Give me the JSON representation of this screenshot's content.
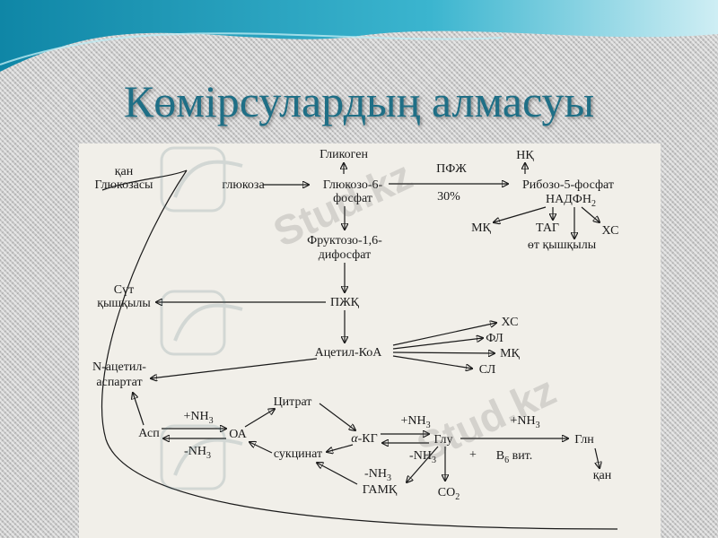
{
  "slide": {
    "title": "Көмірсулардың алмасуы",
    "watermark": "Stud.kz"
  },
  "diagram": {
    "qan_top": "қан",
    "glyukozasy": "Глюкозасы",
    "glyukoza": "глюкоза",
    "glikogen": "Гликоген",
    "g6f_1": "Глюкозо-6-",
    "g6f_2": "фосфат",
    "pfzh": "ПФЖ",
    "pct30": "30%",
    "nq": "НҚ",
    "ribozo": "Рибозо-5-фосфат",
    "nadfn": "НАДФН",
    "nadfn_sub": "2",
    "mq1": "МҚ",
    "tag": "ТАГ",
    "hs1": "ХС",
    "ot": "өт қышқылы",
    "f16_1": "Фруктозо-1,6-",
    "f16_2": "дифосфат",
    "sut_1": "Сүт",
    "sut_2": "қышқылы",
    "pzhq": "ПЖҚ",
    "hs2": "ХС",
    "fl": "ФЛ",
    "mq2": "МҚ",
    "sl": "СЛ",
    "acetil": "Ацетил-КоА",
    "nacet_1": "N-ацетил-",
    "nacet_2": "аспартат",
    "citrat": "Цитрат",
    "nh3_plus1": "+NH",
    "nh3_sub": "3",
    "asp": "Асп",
    "oa": "ОА",
    "nh3_minus1": "-NH",
    "suktsinat": "сукцинат",
    "akg": "-КГ",
    "alpha": "α",
    "nh3_plus2": "+NH",
    "glu": "Глу",
    "nh3_minus2": "-NH",
    "plus": "+",
    "b6": "В",
    "b6_sub": "6",
    "b6_rest": " вит.",
    "nh3_plus3": "+NH",
    "gln": "Глн",
    "qan_bottom": "қан",
    "nh3_minus3": "-NH",
    "gamq": "ГАМҚ",
    "co": "СО",
    "co_sub": "2"
  }
}
